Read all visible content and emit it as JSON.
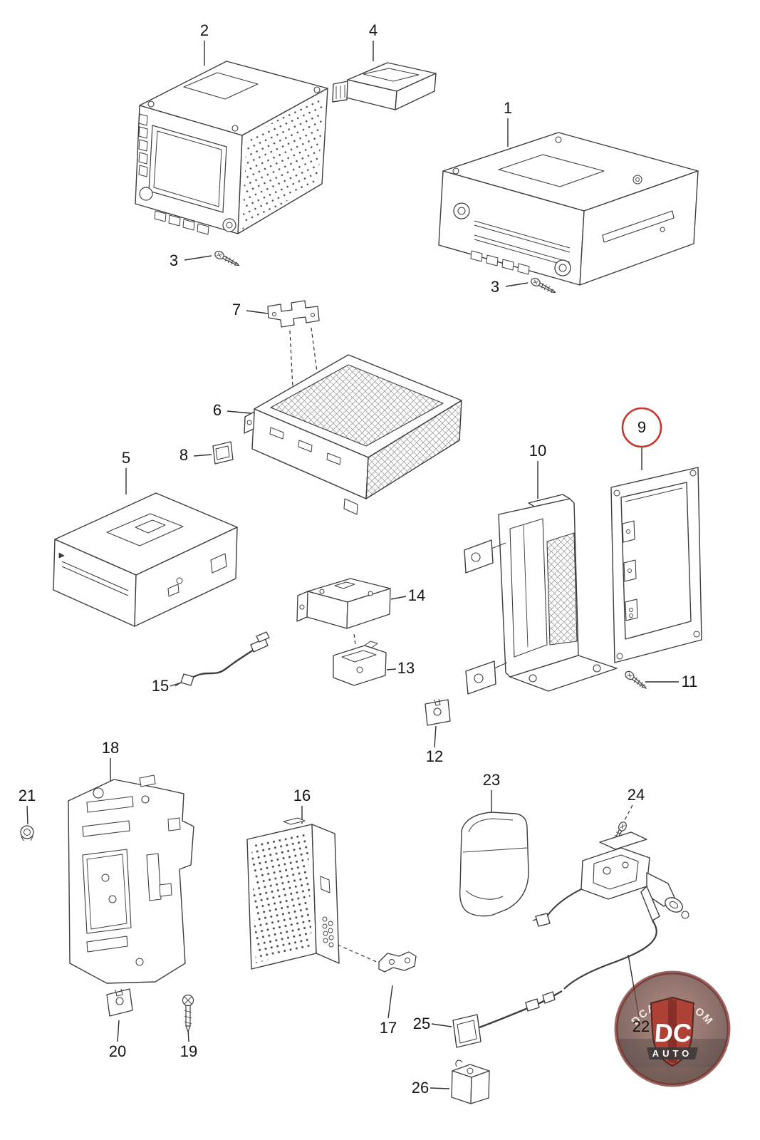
{
  "diagram": {
    "type": "exploded-parts-diagram",
    "background": "#ffffff",
    "line_color": "#3d3d3d",
    "highlight_color": "#c0392b",
    "highlighted_part": "9"
  },
  "callouts": {
    "1": "1",
    "2": "2",
    "3": "3",
    "4": "4",
    "5": "5",
    "6": "6",
    "7": "7",
    "8": "8",
    "9": "9",
    "10": "10",
    "11": "11",
    "12": "12",
    "13": "13",
    "14": "14",
    "15": "15",
    "16": "16",
    "17": "17",
    "18": "18",
    "19": "19",
    "20": "20",
    "21": "21",
    "22": "22",
    "23": "23",
    "24": "24",
    "25": "25",
    "26": "26"
  },
  "watermark": {
    "site": "DCAUTO.COM",
    "brand": "DC",
    "sub_brand": "AUTO"
  }
}
